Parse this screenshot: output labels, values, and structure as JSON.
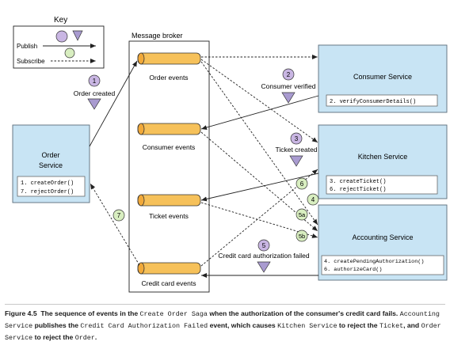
{
  "colors": {
    "service_fill": "#c8e4f4",
    "service_border": "#5b6d7a",
    "channel_fill": "#f6c15a",
    "event_circle": "#c9b6e3",
    "event_triangle": "#a99bd0",
    "reply_circle": "#d8eec0",
    "line": "#222222",
    "caption_rule": "#c8c8c8"
  },
  "key": {
    "title": "Key",
    "publish_label": "Publish",
    "subscribe_label": "Subscribe"
  },
  "broker": {
    "title": "Message broker",
    "channels": [
      "Order events",
      "Consumer events",
      "Ticket events",
      "Credit card events"
    ]
  },
  "order_service": {
    "name_line1": "Order",
    "name_line2": "Service",
    "methods": [
      "1. createOrder()",
      "7. rejectOrder()"
    ]
  },
  "consumer_service": {
    "name": "Consumer Service",
    "methods": [
      "2. verifyConsumerDetails()"
    ]
  },
  "kitchen_service": {
    "name": "Kitchen Service",
    "methods": [
      "3. createTicket()",
      "6. rejectTicket()"
    ]
  },
  "accounting_service": {
    "name": "Accounting Service",
    "methods": [
      "4. createPendingAuthorization()",
      "6. authorizeCard()"
    ]
  },
  "events": {
    "order_created": {
      "step": "1",
      "label": "Order created"
    },
    "consumer_verified": {
      "step": "2",
      "label": "Consumer verified"
    },
    "ticket_created": {
      "step": "3",
      "label": "Ticket created"
    },
    "cc_auth_failed": {
      "step": "5",
      "label": "Credit card authorization failed"
    }
  },
  "reply_markers": [
    "4",
    "5a",
    "5b",
    "6",
    "7"
  ],
  "caption": {
    "figure": "Figure 4.5",
    "p1": "The sequence of events in the",
    "code1": "Create Order Saga",
    "p2": "when the authorization of the consumer's credit card fails.",
    "code2": "Accounting Service",
    "p3": "publishes the",
    "code3": "Credit Card Authorization Failed",
    "p4": "event, which causes",
    "code4": "Kitchen Service",
    "p5": "to reject the",
    "code5": "Ticket",
    "p6": ", and",
    "code6": "Order Service",
    "p7": "to reject the",
    "code7": "Order",
    "p8": "."
  }
}
